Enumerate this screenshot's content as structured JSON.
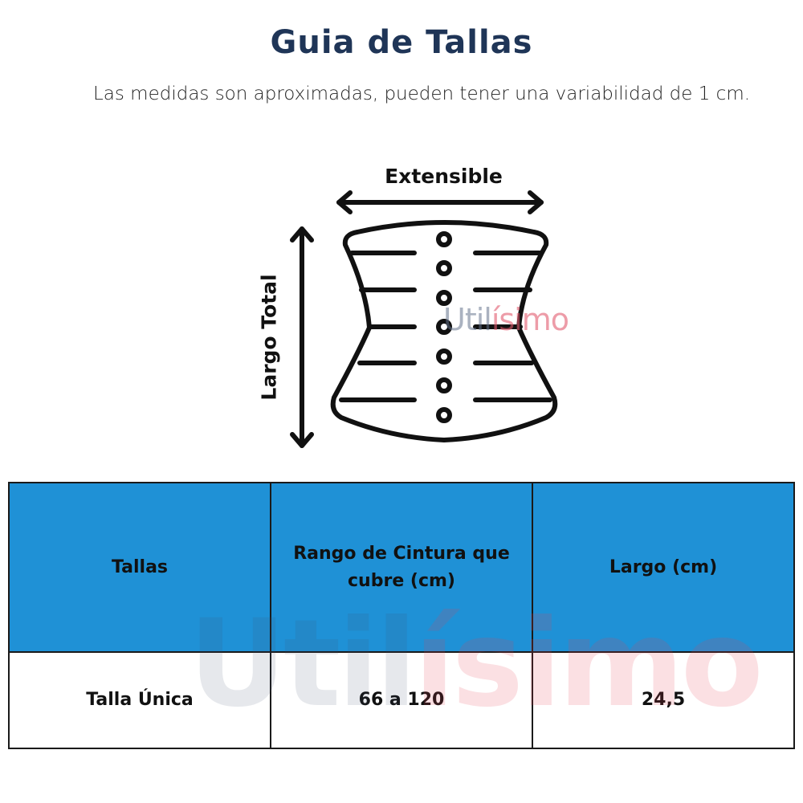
{
  "title": "Guia de Tallas",
  "subtitle": "Las medidas son aproximadas, pueden tener una variabilidad de 1 cm.",
  "diagram": {
    "width_label": "Extensible",
    "height_label": "Largo Total"
  },
  "watermark": {
    "part1": "Util",
    "part2": "ísimo"
  },
  "table": {
    "headers": [
      "Tallas",
      "Rango de Cintura que cubre (cm)",
      "Largo (cm)"
    ],
    "rows": [
      [
        "Talla Única",
        "66 a 120",
        "24,5"
      ]
    ]
  },
  "colors": {
    "title": "#1f3557",
    "header_bg": "#1f91d6"
  }
}
